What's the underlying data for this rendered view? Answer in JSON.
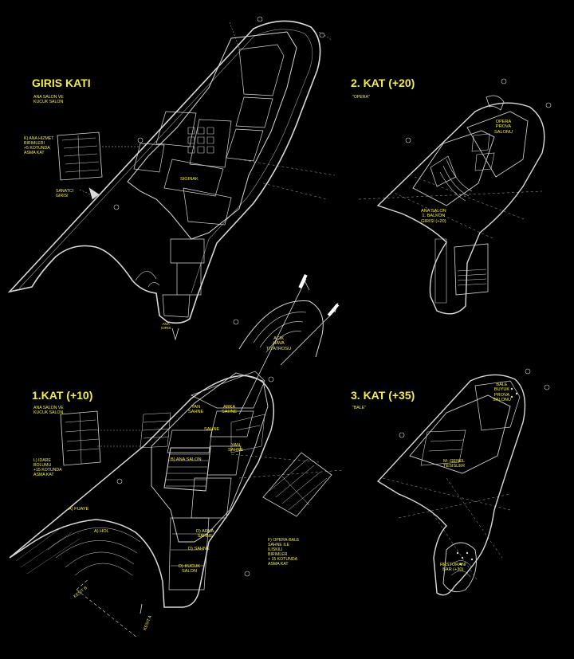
{
  "plans": {
    "ground": {
      "title": "GIRIS KATI",
      "subtitle": "ANA SALON VE\nKUCUK SALON",
      "labels": {
        "k_block": "K) ANA HIZMET\nBIRIMLERI\n+5 KOTUNDA\nASMA KAT",
        "artist_entry": "SANATCI\nGIRISI",
        "shelter": "SIGINAK",
        "main_entry": "ANA\nGIRIS"
      }
    },
    "second": {
      "title": "2. KAT (+20)",
      "subtitle": "\"OPERA\"",
      "labels": {
        "rehearsal": "OPERA\nPROVA\nSALONU",
        "balcony": "ANA SALON\n1. BALKON\nGIRISI (+20)"
      }
    },
    "first": {
      "title": "1.KAT (+10)",
      "subtitle": "ANA SALON VE\nKUCUK SALON",
      "labels": {
        "open_air": "ACIK\nHAVA\nTIYATROSU",
        "side_stage_left": "YAN\nSAHNE",
        "back_stage": "ARKA\nSAHNE",
        "stage": "SAHNE",
        "side_stage_right": "YAN\nSAHNE",
        "main_hall": "B) ANA SALON",
        "admin": "L) IDARE\nBOLUMU\n+15 KOTUNDA\nASMA KAT",
        "foyer": "A) FUAYE",
        "lobby": "A) HOL",
        "small_back_stage": "D) ARKA\nSAHNE",
        "small_stage": "D) SAHNE",
        "small_hall": "D) KUCUK\nSALON",
        "opera_ballet": "F) OPERA-BALE\nSAHNE ILE\nILISKILI\nBIRIMLER\n+ 15 KOTUNDA\nASMA KAT",
        "section_b": "KESIT B",
        "section_a": "KESIT A"
      }
    },
    "third": {
      "title": "3. KAT (+35)",
      "subtitle": "\"BALE\"",
      "labels": {
        "ballet_rehearsal": "BALE\nBUYUK\nPROVA\nSALONU",
        "general": "M- GENEL\nTESISLER",
        "restaurant": "RESTORAN/\nBAR (+30)"
      }
    }
  },
  "colors": {
    "background": "#000000",
    "linework": "#d9d9d9",
    "label": "#f2ec4c"
  }
}
